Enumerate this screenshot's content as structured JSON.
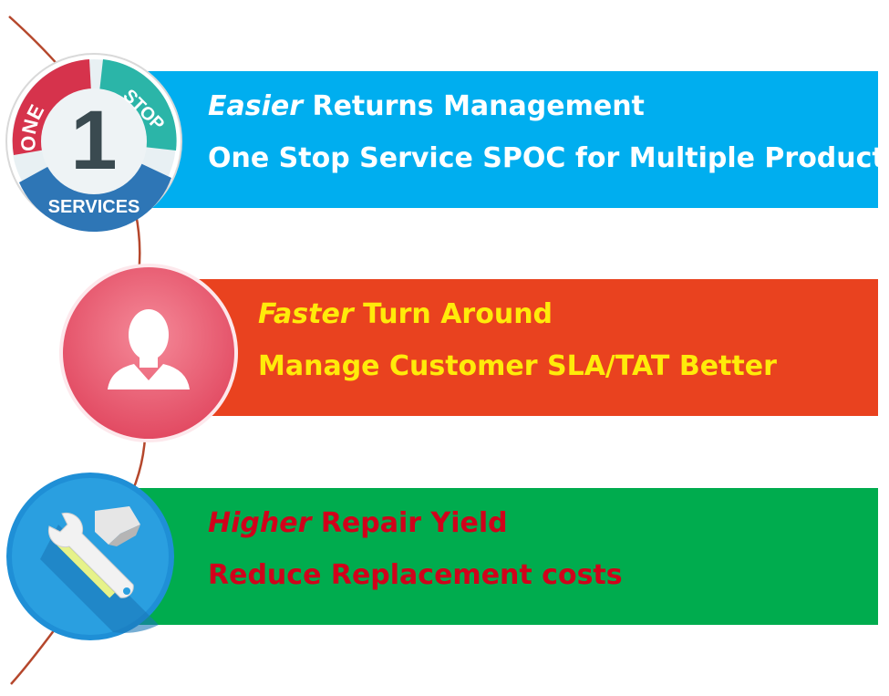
{
  "items": [
    {
      "emphasis": "Easier",
      "title_rest": " Returns Management",
      "subtitle": "One Stop Service SPOC for Multiple Products",
      "icon": "one-stop-services-icon",
      "color": "#00aeef",
      "text_color": "#ffffff"
    },
    {
      "emphasis": "Faster",
      "title_rest": " Turn Around",
      "subtitle": "Manage Customer SLA/TAT Better",
      "icon": "user-icon",
      "color": "#e9421f",
      "text_color": "#ffeb0a"
    },
    {
      "emphasis": "Higher",
      "title_rest": " Repair Yield",
      "subtitle": "Reduce Replacement costs",
      "icon": "tools-icon",
      "color": "#00ac4e",
      "text_color": "#d0021b"
    }
  ],
  "badge": {
    "word_one": "ONE",
    "word_stop": "STOP",
    "number": "1",
    "word_services": "SERVICES"
  }
}
